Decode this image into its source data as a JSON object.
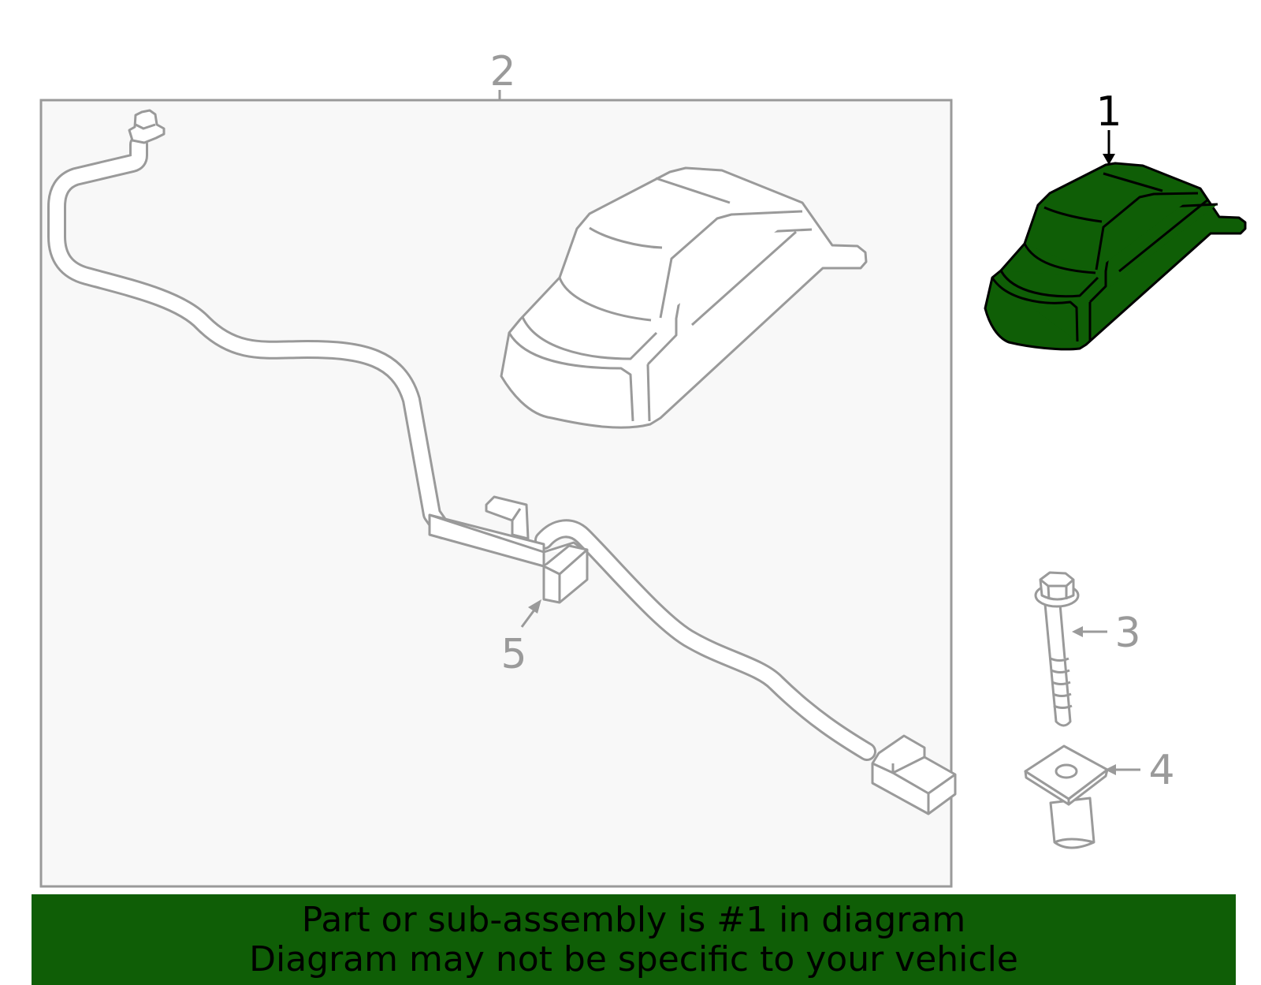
{
  "callouts": {
    "item1": "1",
    "item2": "2",
    "item3": "3",
    "item4": "4",
    "item5": "5"
  },
  "banner": {
    "line1": "Part or sub-assembly is #1 in diagram",
    "line2": "Diagram may not be specific to your vehicle"
  },
  "colors": {
    "highlight": "#0f5e06",
    "line_gray": "#9a9a9a",
    "box_fill": "#f8f8f8",
    "callout_active": "#000000"
  }
}
